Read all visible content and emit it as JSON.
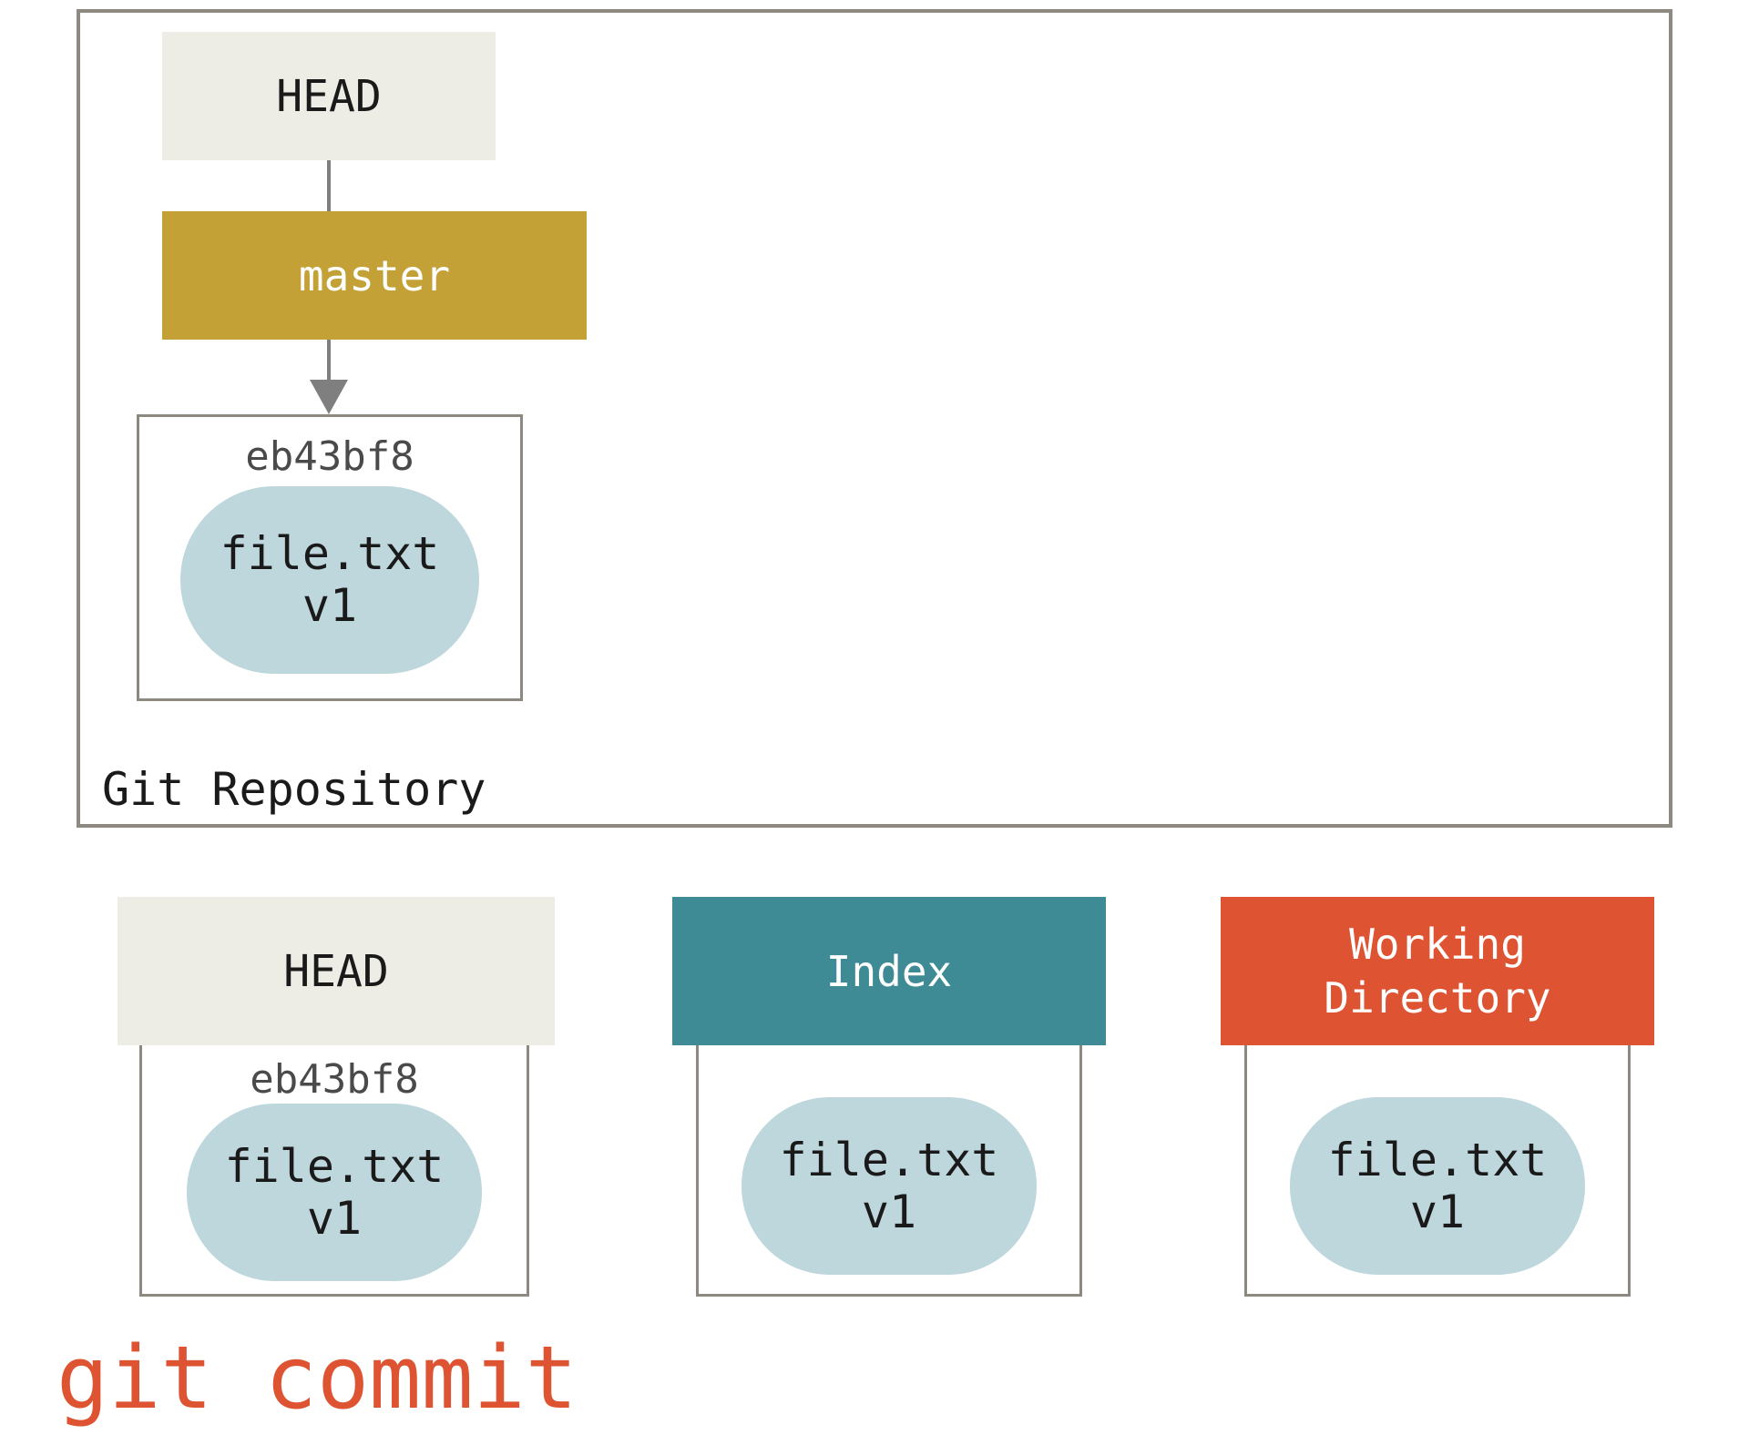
{
  "repository": {
    "label": "Git Repository",
    "head_label": "HEAD",
    "branch_label": "master",
    "commit": {
      "hash": "eb43bf8",
      "file": "file.txt",
      "version": "v1"
    }
  },
  "columns": [
    {
      "id": "head",
      "title": "HEAD",
      "hash": "eb43bf8",
      "file": "file.txt",
      "version": "v1"
    },
    {
      "id": "index",
      "title": "Index",
      "file": "file.txt",
      "version": "v1"
    },
    {
      "id": "working-directory",
      "title": "Working Directory",
      "file": "file.txt",
      "version": "v1"
    }
  ],
  "command": "git commit",
  "colors": {
    "border": "#8d8981",
    "head_bg": "#edece5",
    "branch_bg": "#c3a136",
    "index_bg": "#3e8b95",
    "workdir_bg": "#de5433",
    "blob_bg": "#bed7dc",
    "hash_text": "#4a4a4a",
    "connector": "#7f7f7f",
    "command_text": "#de5433",
    "label_text": "#1a1a1a"
  }
}
